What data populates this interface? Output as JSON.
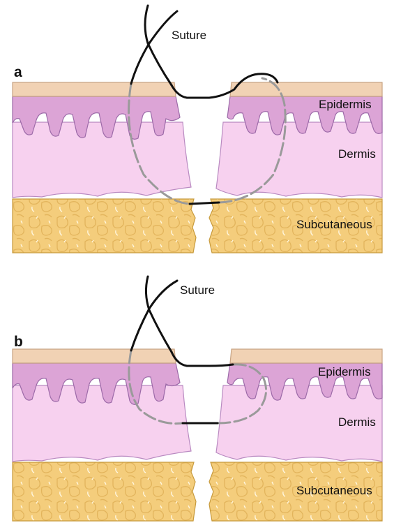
{
  "panels": [
    {
      "letter": "a",
      "labels": {
        "suture": "Suture",
        "epidermis": "Epidermis",
        "dermis": "Dermis",
        "subcutaneous": "Subcutaneous"
      }
    },
    {
      "letter": "b",
      "labels": {
        "suture": "Suture",
        "epidermis": "Epidermis",
        "dermis": "Dermis",
        "subcutaneous": "Subcutaneous"
      }
    }
  ],
  "colors": {
    "stratum_corneum": "#f1d2b4",
    "epidermis": "#dca4d6",
    "dermis": "#f7d1ef",
    "subcutaneous": "#f4cd7c",
    "suture_visible": "#111111",
    "suture_buried": "#9a9a9a"
  }
}
